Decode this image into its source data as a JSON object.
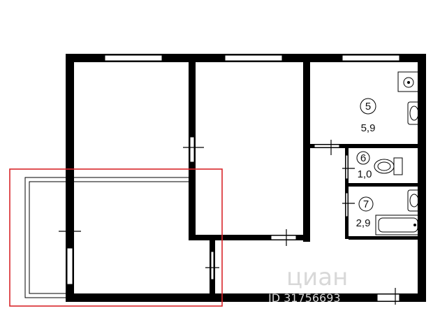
{
  "rooms": [
    {
      "number": "5",
      "area": "5,9"
    },
    {
      "number": "6",
      "area": "1,0"
    },
    {
      "number": "7",
      "area": "2,9"
    }
  ],
  "watermark": {
    "brand": "циан",
    "id": "ID 31756693"
  },
  "colors": {
    "wall": "#000000",
    "highlight": "#d9262b",
    "window": "#ffffff",
    "watermark": "#d8d8d8"
  },
  "icons": [
    "sink-icon",
    "toilet-icon",
    "bathtub-icon",
    "washbasin-icon"
  ]
}
